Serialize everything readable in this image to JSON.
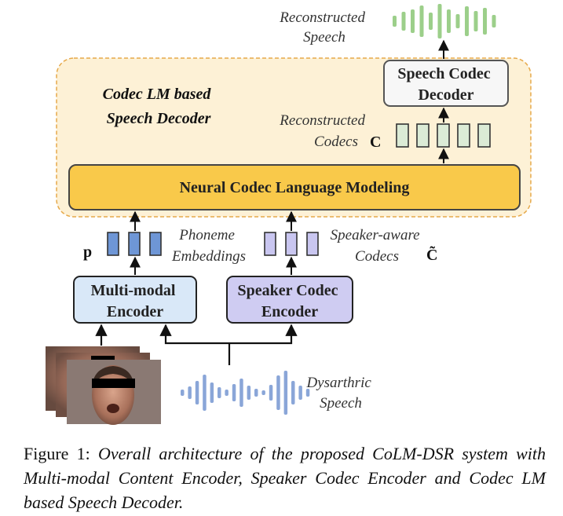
{
  "labels": {
    "reconstructed_speech": [
      "Reconstructed",
      "Speech"
    ],
    "decoder_title": [
      "Codec LM based",
      "Speech Decoder"
    ],
    "reconstructed_codecs": [
      "Reconstructed",
      "Codecs"
    ],
    "codec_symbol": "C",
    "phoneme_embeddings": [
      "Phoneme",
      "Embeddings"
    ],
    "phoneme_symbol": "p",
    "speaker_aware_codecs": [
      "Speaker-aware",
      "Codecs"
    ],
    "speaker_symbol": "C̃",
    "dysarthric_speech": [
      "Dysarthric",
      "Speech"
    ]
  },
  "boxes": {
    "speech_codec_decoder": [
      "Speech Codec",
      "Decoder"
    ],
    "neural_codec_lm": "Neural Codec Language Modeling",
    "multimodal_encoder": [
      "Multi-modal",
      "Encoder"
    ],
    "speaker_codec_encoder": [
      "Speaker Codec",
      "Encoder"
    ]
  },
  "caption": {
    "prefix": "Figure 1:",
    "body": "Overall architecture of the proposed CoLM-DSR system with Multi-modal Content Encoder, Speaker Codec Encoder and Codec LM based Speech Decoder."
  },
  "colors": {
    "container_fill": "#fdf1d6",
    "container_border": "#e6a94a",
    "lm_box_fill": "#f9c94a",
    "codec_token_fill": "#dbebd6",
    "phoneme_token_fill": "#6e96d6",
    "speaker_token_fill": "#c9c6f0",
    "multimodal_fill": "#d9e8f8",
    "speaker_encoder_fill": "#cfccf2",
    "green_wave": "#9ccf8a",
    "blue_wave": "#8aa6d8"
  }
}
